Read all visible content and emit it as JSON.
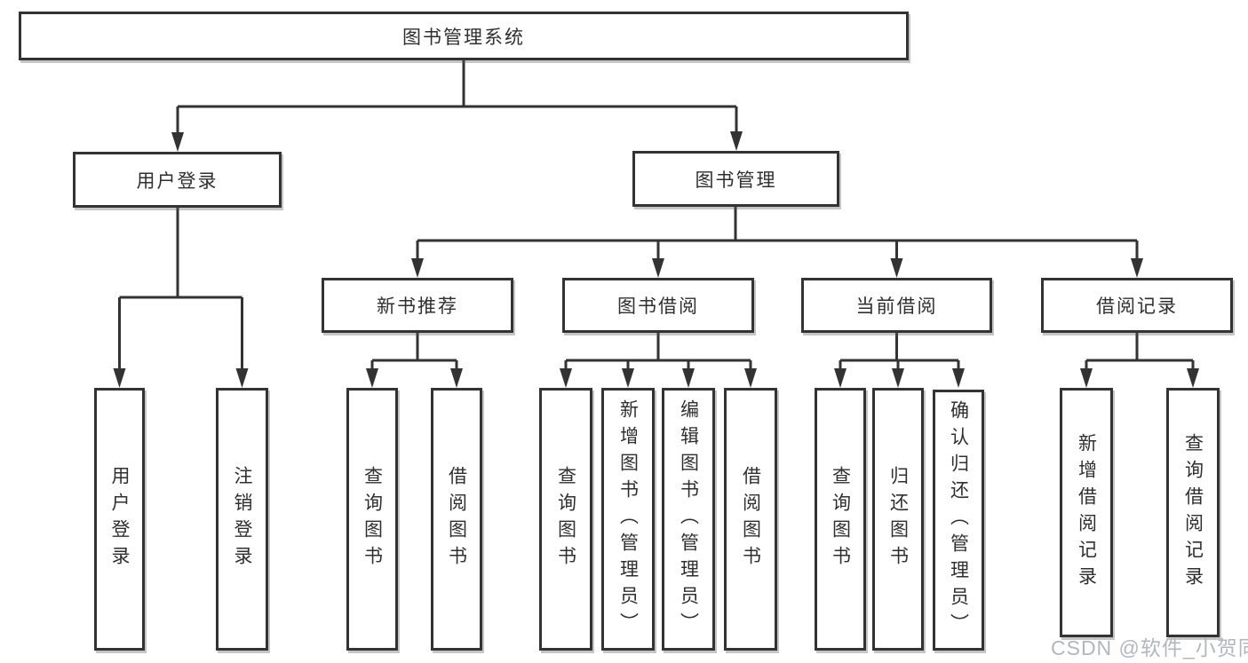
{
  "tree": {
    "root": {
      "label": "图书管理系统",
      "children": [
        {
          "label": "用户登录",
          "children": [
            {
              "label": "用户登录"
            },
            {
              "label": "注销登录"
            }
          ]
        },
        {
          "label": "图书管理",
          "children": [
            {
              "label": "新书推荐",
              "children": [
                {
                  "label": "查询图书"
                },
                {
                  "label": "借阅图书"
                }
              ]
            },
            {
              "label": "图书借阅",
              "children": [
                {
                  "label": "查询图书"
                },
                {
                  "label": "新增图书（管理员）"
                },
                {
                  "label": "编辑图书（管理员）"
                },
                {
                  "label": "借阅图书"
                }
              ]
            },
            {
              "label": "当前借阅",
              "children": [
                {
                  "label": "查询图书"
                },
                {
                  "label": "归还图书"
                },
                {
                  "label": "确认归还（管理员）"
                }
              ]
            },
            {
              "label": "借阅记录",
              "children": [
                {
                  "label": "新增借阅记录"
                },
                {
                  "label": "查询借阅记录"
                }
              ]
            }
          ]
        }
      ]
    }
  },
  "watermark": "CSDN @软件_小贺同学",
  "colors": {
    "line": "#333333",
    "box_border": "#333333",
    "text": "#2f2f2f",
    "watermark": "#b2b6bd",
    "background": "#ffffff"
  }
}
